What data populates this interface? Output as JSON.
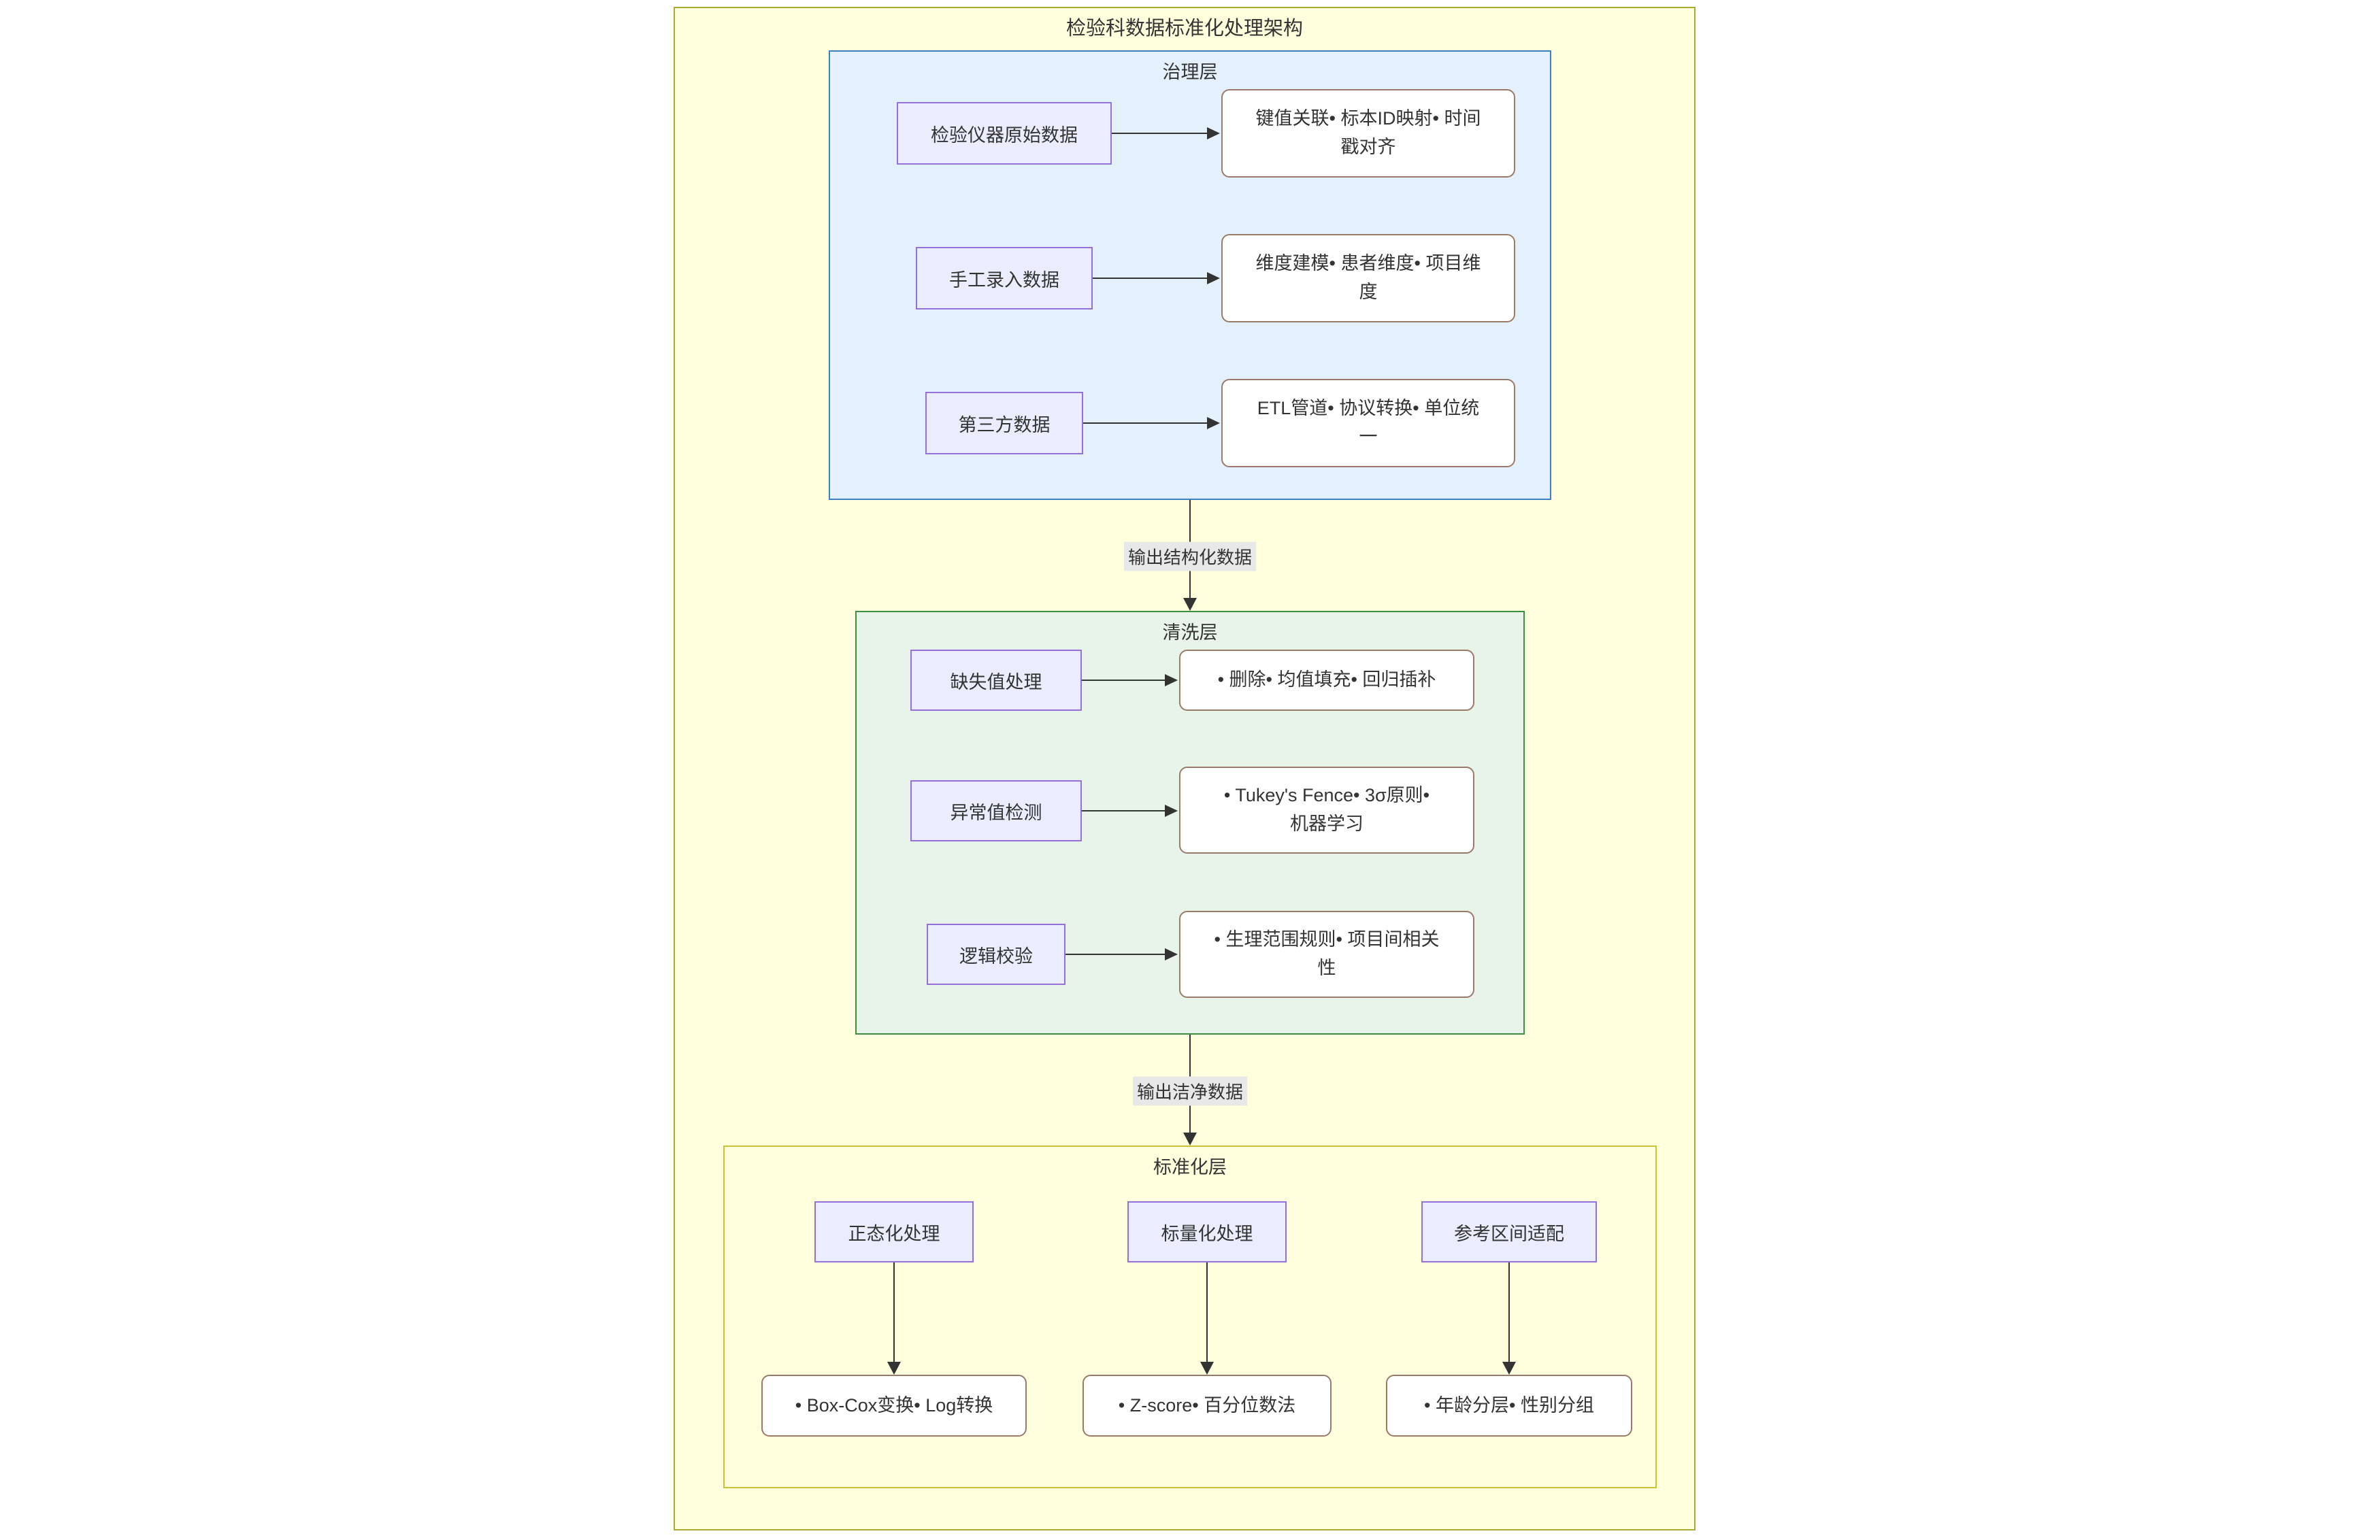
{
  "diagram": {
    "title": "检验科数据标准化处理架构",
    "edge_labels": {
      "structured": "输出结构化数据",
      "clean": "输出洁净数据"
    },
    "layers": {
      "governance": {
        "label": "治理层",
        "rows": [
          {
            "source": "检验仪器原始数据",
            "detail": "键值关联• 标本ID映射• 时间戳对齐"
          },
          {
            "source": "手工录入数据",
            "detail": "维度建模• 患者维度• 项目维度"
          },
          {
            "source": "第三方数据",
            "detail": "ETL管道• 协议转换• 单位统一"
          }
        ]
      },
      "cleaning": {
        "label": "清洗层",
        "rows": [
          {
            "source": "缺失值处理",
            "detail": "• 删除• 均值填充• 回归插补"
          },
          {
            "source": "异常值检测",
            "detail": "• Tukey's Fence• 3σ原则• 机器学习"
          },
          {
            "source": "逻辑校验",
            "detail": "• 生理范围规则• 项目间相关性"
          }
        ]
      },
      "standardization": {
        "label": "标准化层",
        "columns": [
          {
            "source": "正态化处理",
            "detail": "• Box-Cox变换• Log转换"
          },
          {
            "source": "标量化处理",
            "detail": "• Z-score• 百分位数法"
          },
          {
            "source": "参考区间适配",
            "detail": "• 年龄分层• 性别分组"
          }
        ]
      }
    },
    "colors": {
      "outer_bg": "#ffffde",
      "outer_border": "#aaaa33",
      "governance_bg": "#e4f1fc",
      "governance_border": "#4080c0",
      "cleaning_bg": "#e8f4ea",
      "cleaning_border": "#3f8f42",
      "standardization_bg": "#ffffde",
      "standardization_border": "#c6c636",
      "node_bg": "#ececff",
      "node_border": "#9370db",
      "detail_bg": "#ffffff",
      "detail_border": "#9a7a68",
      "edge_label_bg": "#e8e8e8",
      "arrow": "#333333",
      "text": "#333333"
    }
  }
}
